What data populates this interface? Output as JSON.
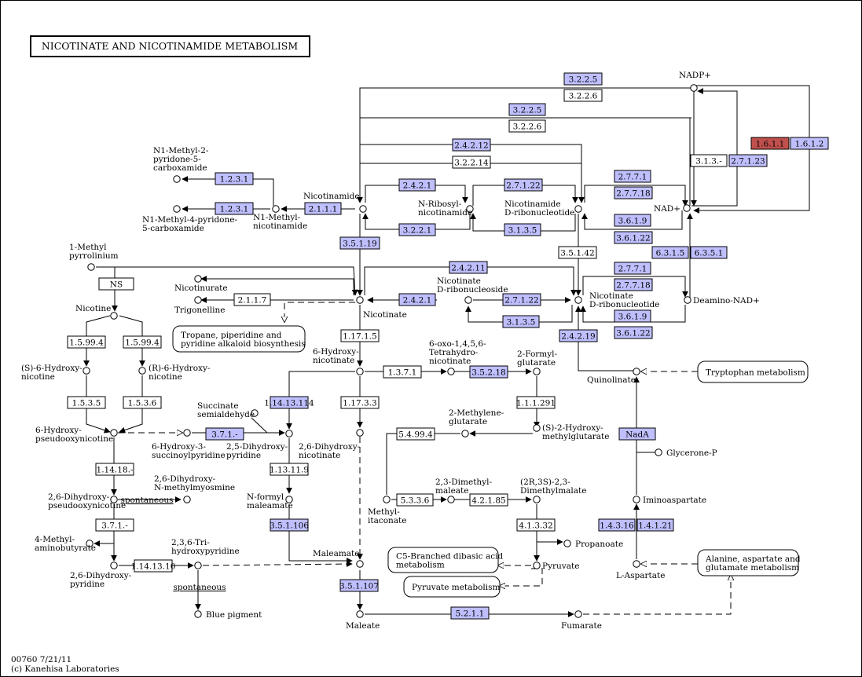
{
  "title": "NICOTINATE AND NICOTINAMIDE METABOLISM",
  "footer": {
    "line1": "00760 7/21/11",
    "line2": "(c) Kanehisa Laboratories"
  },
  "colors": {
    "enzyme_fill": "#bfbfff",
    "highlight_fill": "#c0504d",
    "white": "#ffffff"
  },
  "compounds": [
    {
      "id": "nadp",
      "label": "NADP+"
    },
    {
      "id": "nad",
      "label": "NAD+"
    },
    {
      "id": "n1m2py",
      "label": "N1-Methyl-2-\npyridone-5-\ncarboxamide"
    },
    {
      "id": "n1m4py",
      "label": "N1-Methyl-4-pyridone-\n5-carboxamide"
    },
    {
      "id": "n1mnic",
      "label": "N1-Methyl-\nnicotinamide"
    },
    {
      "id": "nicamide",
      "label": "Nicotinamide"
    },
    {
      "id": "nribosyl",
      "label": "N-Ribosyl-\nnicotinamide"
    },
    {
      "id": "nmn",
      "label": "Nicotinamide\nD-ribonucleotide"
    },
    {
      "id": "mpyr",
      "label": "1-Methyl\npyrrolinium"
    },
    {
      "id": "nicotinurate",
      "label": "Nicotinurate"
    },
    {
      "id": "trigonelline",
      "label": "Trigonelline"
    },
    {
      "id": "nicotinate",
      "label": "Nicotinate"
    },
    {
      "id": "nar",
      "label": "Nicotinate\nD-ribonucleoside"
    },
    {
      "id": "namn",
      "label": "Nicotinate\nD-ribonucleotide"
    },
    {
      "id": "deamino",
      "label": "Deamino-NAD+"
    },
    {
      "id": "nicotine",
      "label": "Nicotine"
    },
    {
      "id": "s6h",
      "label": "(S)-6-Hydroxy-\nnicotine"
    },
    {
      "id": "r6h",
      "label": "(R)-6-Hydroxy-\nnicotine"
    },
    {
      "id": "hydroxynic",
      "label": "6-Hydroxy-\nnicotinate"
    },
    {
      "id": "oxotetra",
      "label": "6-oxo-1,4,5,6-\nTetrahydro-\nnicotinate"
    },
    {
      "id": "formylglut",
      "label": "2-Formyl-\nglutarate"
    },
    {
      "id": "quinolinate",
      "label": "Quinolinate"
    },
    {
      "id": "succsemi",
      "label": "Succinate\nsemialdehyde"
    },
    {
      "id": "hpseudo",
      "label": "6-Hydroxy-\npseudooxynicotine"
    },
    {
      "id": "h3succ",
      "label": "6-Hydroxy-3-\nsuccinoylpyridine"
    },
    {
      "id": "dhp",
      "label": "2,5-Dihydroxy-\npyridine"
    },
    {
      "id": "dhnic",
      "label": "2,6-Dihydroxy-\nnicotinate"
    },
    {
      "id": "methglut",
      "label": "2-Methylene-\nglutarate"
    },
    {
      "id": "hmg",
      "label": "(S)-2-Hydroxy-\nmethylglutarate"
    },
    {
      "id": "nadA",
      "label": "Glycerone-P"
    },
    {
      "id": "dhnmm",
      "label": "2,6-Dihydroxy-\nN-methylmyosmine"
    },
    {
      "id": "dhpseudo",
      "label": "2,6-Dihydroxy-\npseudooxynicotine"
    },
    {
      "id": "nformyl",
      "label": "N-formyl\nmaleamate"
    },
    {
      "id": "methylita",
      "label": "Methyl-\nitaconate"
    },
    {
      "id": "dmm",
      "label": "2,3-Dimethyl-\nmaleate"
    },
    {
      "id": "dmmal",
      "label": "(2R,3S)-2,3-\nDimethylmalate"
    },
    {
      "id": "iminoasp",
      "label": "Iminoaspartate"
    },
    {
      "id": "mab",
      "label": "4-Methyl-\naminobutyrate"
    },
    {
      "id": "thp",
      "label": "2,3,6-Tri-\nhydroxypyridine"
    },
    {
      "id": "propanoate",
      "label": "Propanoate"
    },
    {
      "id": "dhpyr",
      "label": "2,6-Dihydroxy-\npyridine"
    },
    {
      "id": "maleamate",
      "label": "Maleamate"
    },
    {
      "id": "pyruvate",
      "label": "Pyruvate"
    },
    {
      "id": "lasp",
      "label": "L-Aspartate"
    },
    {
      "id": "blue",
      "label": "Blue pigment"
    },
    {
      "id": "maleate",
      "label": "Maleate"
    },
    {
      "id": "fumarate",
      "label": "Fumarate"
    }
  ],
  "enzymes": [
    {
      "id": "e1",
      "label": "3.2.2.5",
      "type": "blue"
    },
    {
      "id": "e2",
      "label": "3.2.2.6",
      "type": "white"
    },
    {
      "id": "e3",
      "label": "3.2.2.5",
      "type": "blue"
    },
    {
      "id": "e4",
      "label": "3.2.2.6",
      "type": "white"
    },
    {
      "id": "e5",
      "label": "2.4.2.12",
      "type": "blue"
    },
    {
      "id": "e6",
      "label": "3.2.2.14",
      "type": "white"
    },
    {
      "id": "e7",
      "label": "1.6.1.1",
      "type": "red"
    },
    {
      "id": "e8",
      "label": "1.6.1.2",
      "type": "blue"
    },
    {
      "id": "e9",
      "label": "3.1.3.-",
      "type": "white"
    },
    {
      "id": "e10",
      "label": "2.7.1.23",
      "type": "blue"
    },
    {
      "id": "e11",
      "label": "1.2.3.1",
      "type": "blue"
    },
    {
      "id": "e12",
      "label": "1.2.3.1",
      "type": "blue"
    },
    {
      "id": "e13",
      "label": "2.1.1.1",
      "type": "blue"
    },
    {
      "id": "e14",
      "label": "2.4.2.1",
      "type": "blue"
    },
    {
      "id": "e15",
      "label": "3.2.2.1",
      "type": "blue"
    },
    {
      "id": "e16",
      "label": "2.7.1.22",
      "type": "blue"
    },
    {
      "id": "e17",
      "label": "3.1.3.5",
      "type": "blue"
    },
    {
      "id": "e18",
      "label": "2.7.7.1",
      "type": "blue"
    },
    {
      "id": "e19",
      "label": "2.7.7.18",
      "type": "blue"
    },
    {
      "id": "e20",
      "label": "3.6.1.9",
      "type": "blue"
    },
    {
      "id": "e21",
      "label": "3.6.1.22",
      "type": "blue"
    },
    {
      "id": "e22",
      "label": "3.5.1.19",
      "type": "blue"
    },
    {
      "id": "e23",
      "label": "3.5.1.42",
      "type": "white"
    },
    {
      "id": "e24",
      "label": "6.3.1.5",
      "type": "blue"
    },
    {
      "id": "e25",
      "label": "6.3.5.1",
      "type": "blue"
    },
    {
      "id": "e26",
      "label": "NS",
      "type": "white"
    },
    {
      "id": "e27",
      "label": "2.4.2.11",
      "type": "blue"
    },
    {
      "id": "e28",
      "label": "2.1.1.7",
      "type": "white"
    },
    {
      "id": "e29",
      "label": "2.4.2.1",
      "type": "blue"
    },
    {
      "id": "e30",
      "label": "2.7.1.22",
      "type": "blue"
    },
    {
      "id": "e31",
      "label": "3.1.3.5",
      "type": "blue"
    },
    {
      "id": "e32",
      "label": "2.7.7.1",
      "type": "blue"
    },
    {
      "id": "e33",
      "label": "2.7.7.18",
      "type": "blue"
    },
    {
      "id": "e34",
      "label": "3.6.1.9",
      "type": "blue"
    },
    {
      "id": "e35",
      "label": "3.6.1.22",
      "type": "blue"
    },
    {
      "id": "e36",
      "label": "1.17.1.5",
      "type": "white"
    },
    {
      "id": "e37",
      "label": "1.5.99.4",
      "type": "white"
    },
    {
      "id": "e38",
      "label": "1.5.99.4",
      "type": "white"
    },
    {
      "id": "e39",
      "label": "2.4.2.19",
      "type": "blue"
    },
    {
      "id": "e40",
      "label": "1.3.7.1",
      "type": "white"
    },
    {
      "id": "e41",
      "label": "3.5.2.18",
      "type": "blue"
    },
    {
      "id": "e42",
      "label": "1.5.3.5",
      "type": "white"
    },
    {
      "id": "e43",
      "label": "1.5.3.6",
      "type": "white"
    },
    {
      "id": "e44",
      "label": "1.14.13.114",
      "type": "blue"
    },
    {
      "id": "e45",
      "label": "1.17.3.3",
      "type": "white"
    },
    {
      "id": "e46",
      "label": "1.1.1.291",
      "type": "white"
    },
    {
      "id": "e47",
      "label": "3.7.1.-",
      "type": "blue"
    },
    {
      "id": "e48",
      "label": "5.4.99.4",
      "type": "white"
    },
    {
      "id": "e49",
      "label": "NadA",
      "type": "blue"
    },
    {
      "id": "e50",
      "label": "1.14.18.-",
      "type": "white"
    },
    {
      "id": "e51",
      "label": "1.13.11.9",
      "type": "white"
    },
    {
      "id": "e52",
      "label": "5.3.3.6",
      "type": "white"
    },
    {
      "id": "e53",
      "label": "4.2.1.85",
      "type": "white"
    },
    {
      "id": "e54",
      "label": "3.5.1.106",
      "type": "blue"
    },
    {
      "id": "e55",
      "label": "3.7.1.-",
      "type": "white"
    },
    {
      "id": "e56",
      "label": "4.1.3.32",
      "type": "white"
    },
    {
      "id": "e57",
      "label": "1.4.3.16",
      "type": "blue"
    },
    {
      "id": "e58",
      "label": "1.4.1.21",
      "type": "blue"
    },
    {
      "id": "e59",
      "label": "1.14.13.10",
      "type": "white"
    },
    {
      "id": "e60",
      "label": "3.5.1.107",
      "type": "blue"
    },
    {
      "id": "e61",
      "label": "5.2.1.1",
      "type": "blue"
    }
  ],
  "maps": [
    {
      "id": "m1",
      "label": "Tropane, piperidine and\npyridine alkaloid biosynthesis"
    },
    {
      "id": "m2",
      "label": "Tryptophan metabolism"
    },
    {
      "id": "m3",
      "label": "C5-Branched dibasic acid\nmetabolism"
    },
    {
      "id": "m4",
      "label": "Alanine, aspartate and\nglutamate metabolism"
    },
    {
      "id": "m5",
      "label": "Pyruvate metabolism"
    }
  ],
  "spontaneous": {
    "a": "spontaneous",
    "b": "spontaneous"
  }
}
